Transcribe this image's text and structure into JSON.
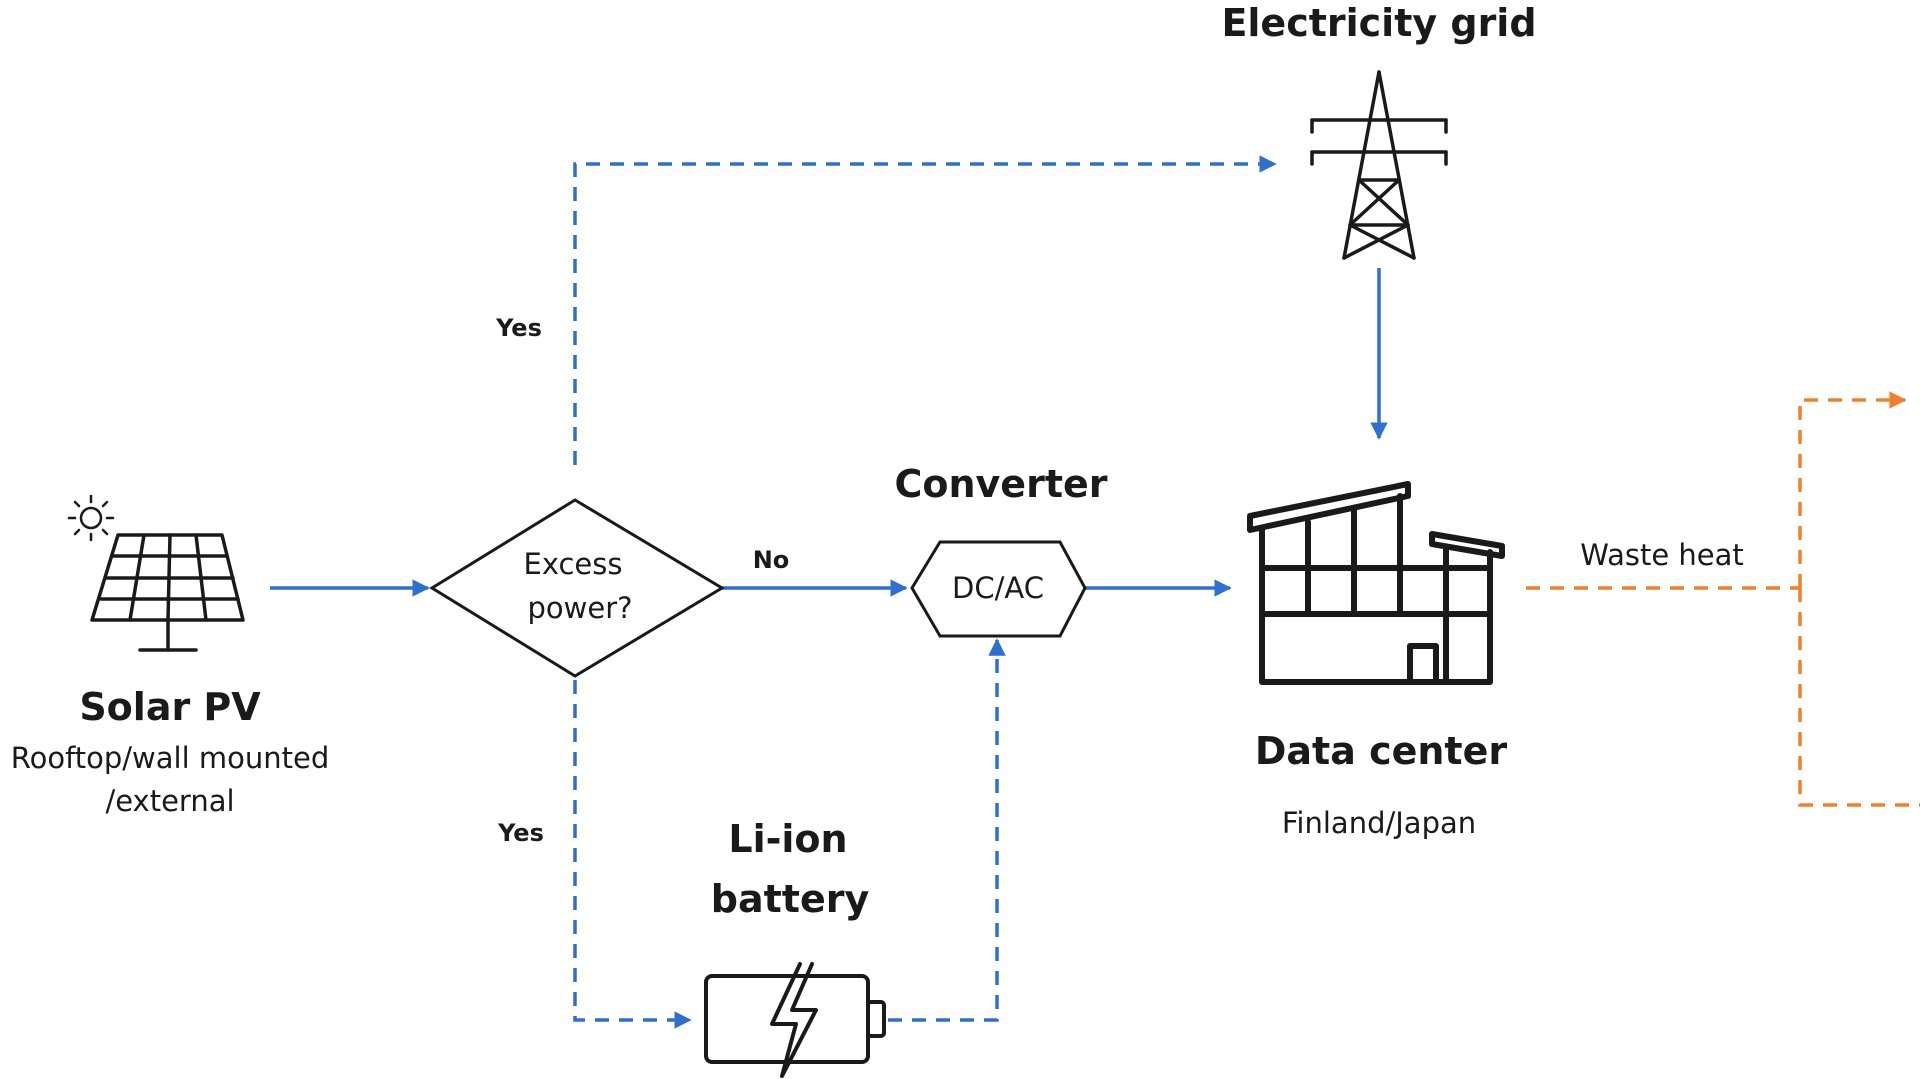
{
  "nodes": {
    "grid": {
      "label": "Electricity grid"
    },
    "solar": {
      "label": "Solar PV",
      "sublabel_line1": "Rooftop/wall mounted",
      "sublabel_line2": "/external"
    },
    "decision": {
      "label_line1": "Excess",
      "label_line2": "power?"
    },
    "converter": {
      "label": "Converter",
      "inner": "DC/AC"
    },
    "battery": {
      "label_line1": "Li-ion",
      "label_line2": "battery"
    },
    "datacenter": {
      "label": "Data center",
      "sublabel": "Finland/Japan"
    }
  },
  "edges": {
    "yes_top": "Yes",
    "no": "No",
    "yes_bottom": "Yes",
    "waste_heat": "Waste heat"
  },
  "icons": {
    "sun": "sun-icon",
    "solar_panel": "solar-panel-icon",
    "transmission_tower": "transmission-tower-icon",
    "factory": "data-center-building-icon",
    "battery": "battery-icon"
  },
  "colors": {
    "electric_flow": "#2f6fcf",
    "heat_flow": "#f0812a",
    "stroke": "#1a1a1a"
  }
}
